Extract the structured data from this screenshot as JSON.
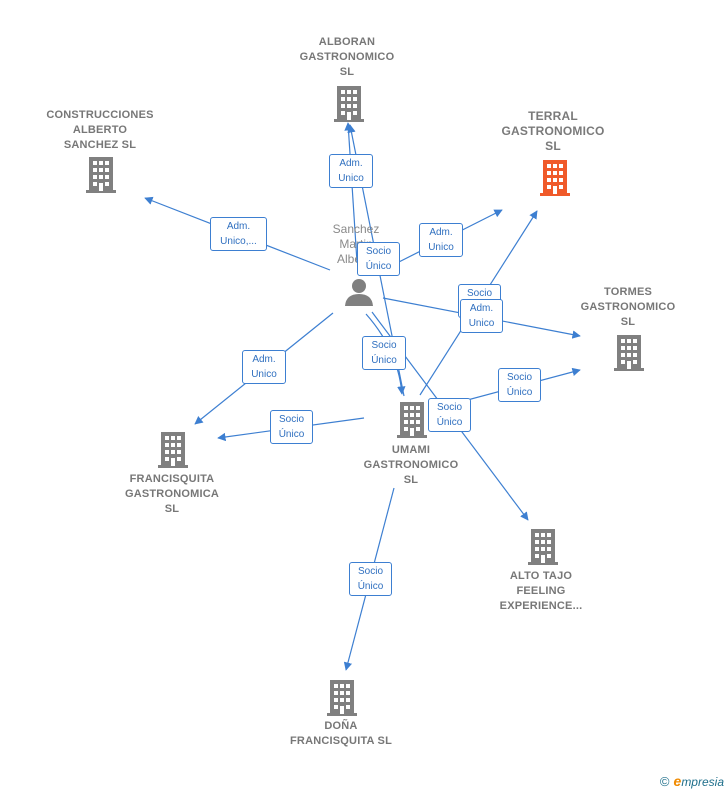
{
  "colors": {
    "edge": "#3d7fd1",
    "building": "#808080",
    "highlight": "#f05a2a",
    "person": "#808080"
  },
  "center": {
    "label": "Sanchez\nMartin\nAlberto",
    "icon": "person-icon"
  },
  "nodes": [
    {
      "id": "alboran",
      "label": "ALBORAN\nGASTRONOMICO\nSL",
      "icon": "building-icon",
      "highlight": false
    },
    {
      "id": "construcciones",
      "label": "CONSTRUCCIONES\nALBERTO\nSANCHEZ  SL",
      "icon": "building-icon",
      "highlight": false
    },
    {
      "id": "terral",
      "label": "TERRAL\nGASTRONOMICO\nSL",
      "icon": "building-icon",
      "highlight": true
    },
    {
      "id": "tormes",
      "label": "TORMES\nGASTRONOMICO\nSL",
      "icon": "building-icon",
      "highlight": false
    },
    {
      "id": "francisquita",
      "label": "FRANCISQUITA\nGASTRONOMICA\nSL",
      "icon": "building-icon",
      "highlight": false
    },
    {
      "id": "umami",
      "label": "UMAMI\nGASTRONOMICO\nSL",
      "icon": "building-icon",
      "highlight": false
    },
    {
      "id": "altotajo",
      "label": "ALTO TAJO\nFEELING\nEXPERIENCE...",
      "icon": "building-icon",
      "highlight": false
    },
    {
      "id": "dona",
      "label": "DOÑA\nFRANCISQUITA SL",
      "icon": "building-icon",
      "highlight": false
    }
  ],
  "edge_labels": [
    "Adm.\nUnico",
    "Adm.\nUnico,...",
    "Socio\nÚnico",
    "Adm.\nUnico",
    "Socio\nÚnico",
    "Adm.\nUnico",
    "Adm.\nUnico",
    "Socio\nÚnico",
    "Socio\nÚnico",
    "Socio\nÚnico",
    "Socio\nÚnico",
    "Socio\nÚnico"
  ],
  "brand": {
    "copyright": "©",
    "name_initial": "e",
    "name_rest": "mpresia"
  }
}
